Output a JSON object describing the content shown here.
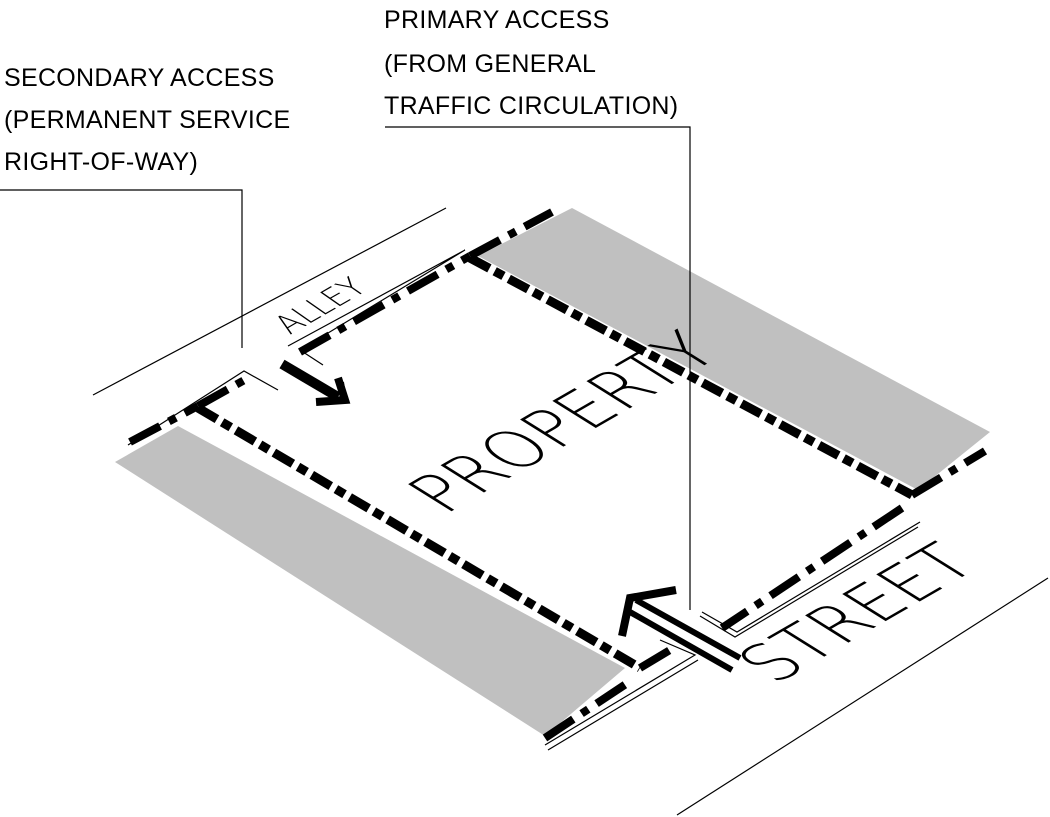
{
  "labels": {
    "secondary": [
      "SECONDARY ACCESS",
      "(PERMANENT SERVICE",
      "RIGHT-OF-WAY)"
    ],
    "primary": [
      "PRIMARY ACCESS",
      "(FROM GENERAL",
      "TRAFFIC  CIRCULATION)"
    ],
    "alley": "ALLEY",
    "property": "PROPERTY",
    "street": "STREET"
  },
  "colors": {
    "parcel_fill": "#c0c0c0",
    "line": "#000000"
  }
}
